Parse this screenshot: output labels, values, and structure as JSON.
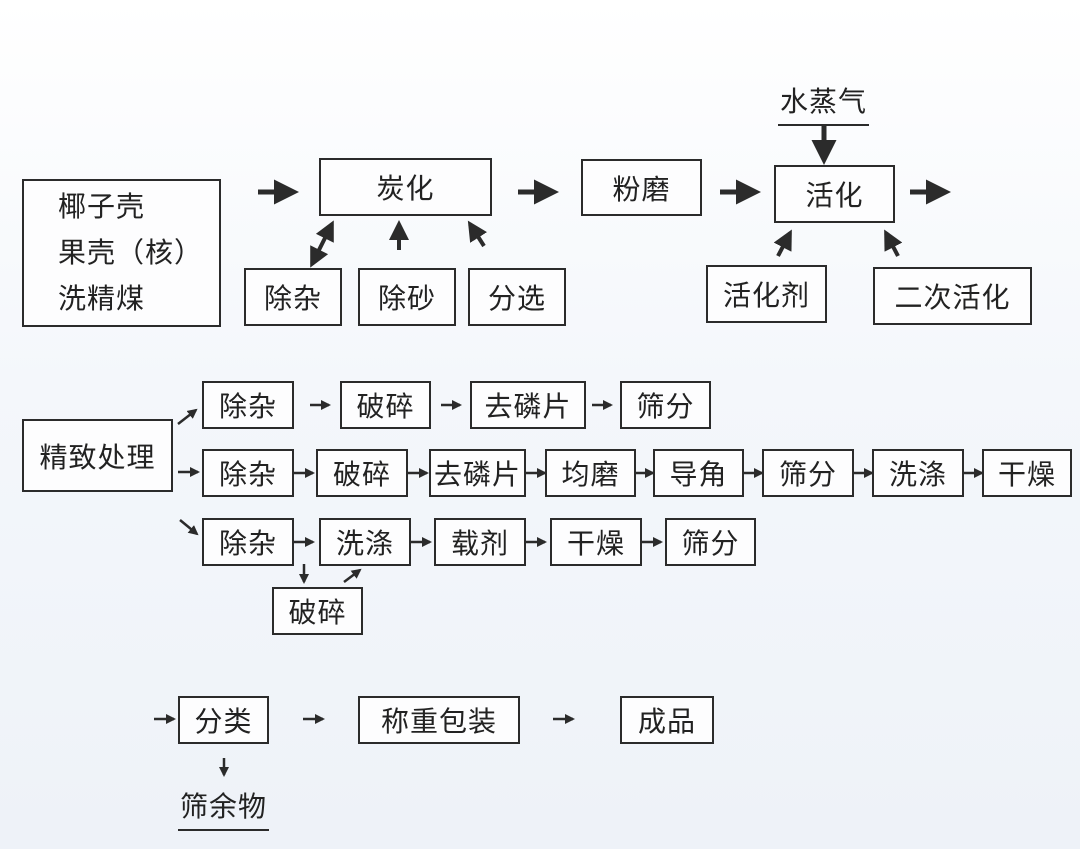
{
  "raw_material": {
    "lines": [
      "椰子壳",
      "果壳（核）",
      "洗精煤"
    ]
  },
  "main_flow": {
    "carbonization": "炭化",
    "grinding": "粉磨",
    "activation": "活化",
    "steam": "水蒸气",
    "impurity_removal": "除杂",
    "sand_removal": "除砂",
    "sorting": "分选",
    "activating_agent": "活化剂",
    "secondary_activation": "二次活化"
  },
  "fine_processing": {
    "label": "精致处理",
    "branch1": [
      "除杂",
      "破碎",
      "去磷片",
      "筛分"
    ],
    "branch2": [
      "除杂",
      "破碎",
      "去磷片",
      "均磨",
      "导角",
      "筛分",
      "洗涤",
      "干燥"
    ],
    "branch3": [
      "除杂",
      "洗涤",
      "载剂",
      "干燥",
      "筛分"
    ],
    "branch3_crush": "破碎"
  },
  "final_flow": {
    "classify": "分类",
    "weigh_pack": "称重包装",
    "product": "成品",
    "residue": "筛余物"
  }
}
